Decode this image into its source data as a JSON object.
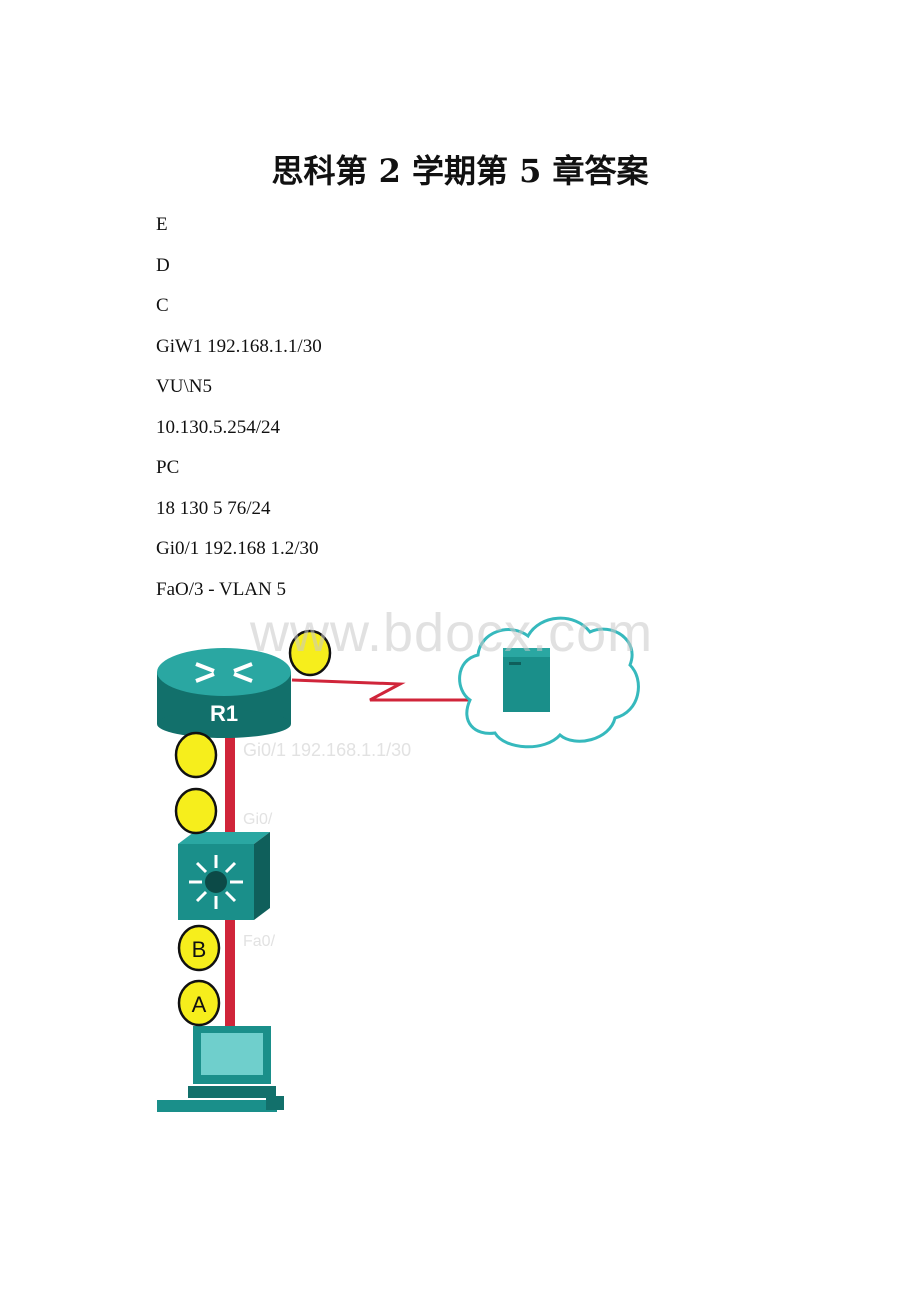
{
  "title": "思科第 2 学期第 5 章答案",
  "lines": [
    "E",
    "D",
    "C",
    "GiW1 192.168.1.1/30",
    "VU\\N5",
    "10.130.5.254/24",
    "PC",
    "18 130 5 76/24",
    "Gi0/1 192.168 1.2/30",
    "FaO/3 - VLAN 5"
  ],
  "watermark": "www.bdocx.com",
  "diagram": {
    "router_label": "R1",
    "marker_b": "B",
    "marker_a": "A",
    "faded_label_1": "Gi0/1 192.168.1.1/30",
    "faded_label_2": "Gi0/",
    "faded_label_3": "Fa0/",
    "colors": {
      "device": "#1a8f8a",
      "device_dark": "#12706b",
      "link": "#d0253a",
      "marker": "#f6ee1c",
      "cloud": "#36b9bd"
    }
  }
}
